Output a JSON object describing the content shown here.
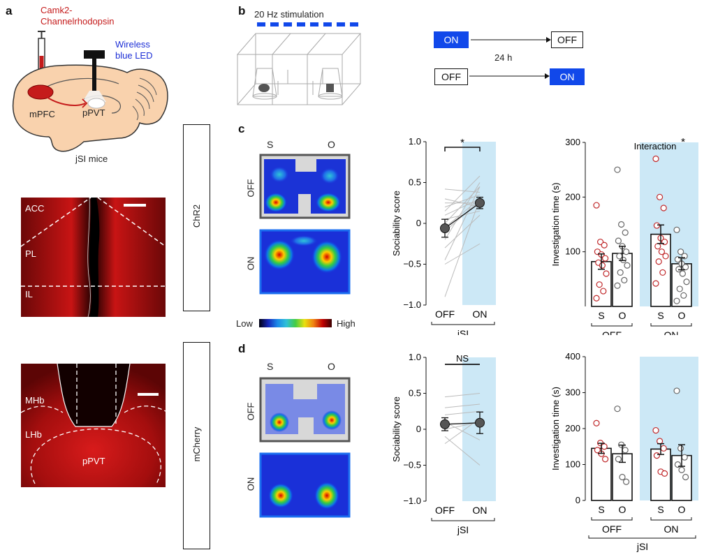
{
  "panels": {
    "a": "a",
    "b": "b",
    "c": "c",
    "d": "d"
  },
  "panel_a": {
    "virus_line1": "Camk2-",
    "virus_line2": "Channelrhodopsin",
    "led_line1": "Wireless",
    "led_line2": "blue LED",
    "region_mpfc": "mPFC",
    "region_ppvt": "pPVT",
    "mice": "jSI mice",
    "micro1_labels": [
      "ACC",
      "PL",
      "IL"
    ],
    "micro2_labels": [
      "MHb",
      "LHb",
      "pPVT"
    ]
  },
  "panel_b": {
    "stim_label": "20 Hz stimulation",
    "seq1": {
      "from": "ON",
      "to": "OFF"
    },
    "seq2": {
      "from": "OFF",
      "to": "ON"
    },
    "interval": "24 h"
  },
  "groups": {
    "chr2": "ChR2",
    "mcherry": "mCherry"
  },
  "heatmap": {
    "col_s": "S",
    "col_o": "O",
    "row_off": "OFF",
    "row_on": "ON",
    "scale_low": "Low",
    "scale_high": "High"
  },
  "chart_data": [
    {
      "id": "c-sociability",
      "type": "scatter",
      "ylabel": "Sociability score",
      "categories": [
        "OFF",
        "ON"
      ],
      "group_label": "jSI",
      "ylim": [
        -1.0,
        1.0
      ],
      "yticks": [
        "1.0",
        "0.5",
        "0",
        "−0.5",
        "−1.0"
      ],
      "means": [
        -0.06,
        0.25
      ],
      "sem": [
        0.11,
        0.07
      ],
      "significance": "*",
      "individual_pairs": [
        [
          -0.45,
          0.45
        ],
        [
          0.42,
          0.38
        ],
        [
          0.2,
          0.35
        ],
        [
          0.1,
          0.3
        ],
        [
          0.0,
          0.45
        ],
        [
          -0.1,
          0.28
        ],
        [
          0.3,
          0.2
        ],
        [
          0.05,
          0.15
        ],
        [
          -0.2,
          0.5
        ],
        [
          -0.3,
          0.1
        ],
        [
          -0.5,
          -0.25
        ],
        [
          -0.9,
          0.3
        ],
        [
          0.15,
          0.58
        ],
        [
          -0.05,
          0.3
        ],
        [
          0.25,
          0.25
        ]
      ]
    },
    {
      "id": "c-investigation",
      "type": "bar",
      "ylabel": "Investigation time (s)",
      "categories": [
        "S",
        "O",
        "S",
        "O"
      ],
      "groups": [
        "OFF",
        "ON"
      ],
      "group_label": "jSI",
      "ylim": [
        0,
        300
      ],
      "yticks": [
        "300",
        "200",
        "100"
      ],
      "values": [
        82,
        97,
        132,
        78
      ],
      "sem": [
        14,
        13,
        17,
        11
      ],
      "annotation": "Interaction",
      "significance": "*",
      "points": [
        [
          185,
          118,
          112,
          100,
          95,
          88,
          80,
          75,
          60,
          40,
          28,
          15
        ],
        [
          250,
          150,
          135,
          120,
          110,
          100,
          92,
          85,
          75,
          62,
          48,
          38
        ],
        [
          270,
          200,
          180,
          148,
          125,
          118,
          110,
          100,
          92,
          82,
          62,
          42
        ],
        [
          140,
          100,
          92,
          86,
          78,
          72,
          68,
          60,
          45,
          32,
          20,
          10
        ]
      ]
    },
    {
      "id": "d-sociability",
      "type": "scatter",
      "ylabel": "Sociability score",
      "categories": [
        "OFF",
        "ON"
      ],
      "group_label": "jSI",
      "ylim": [
        -1.0,
        1.0
      ],
      "yticks": [
        "1.0",
        "0.5",
        "0",
        "−0.5",
        "−1.0"
      ],
      "means": [
        0.07,
        0.09
      ],
      "sem": [
        0.09,
        0.15
      ],
      "significance": "NS",
      "individual_pairs": [
        [
          0.45,
          0.5
        ],
        [
          0.3,
          0.35
        ],
        [
          0.2,
          0.25
        ],
        [
          0.1,
          -0.15
        ],
        [
          0.0,
          0.1
        ],
        [
          -0.1,
          -0.5
        ],
        [
          -0.2,
          0.15
        ]
      ]
    },
    {
      "id": "d-investigation",
      "type": "bar",
      "ylabel": "Investigation time (s)",
      "categories": [
        "S",
        "O",
        "S",
        "O"
      ],
      "groups": [
        "OFF",
        "ON"
      ],
      "group_label": "jSI",
      "ylim": [
        0,
        400
      ],
      "yticks": [
        "400",
        "300",
        "200",
        "100",
        "0"
      ],
      "values": [
        145,
        130,
        143,
        125
      ],
      "sem": [
        14,
        24,
        15,
        30
      ],
      "points": [
        [
          215,
          160,
          150,
          140,
          130,
          115
        ],
        [
          255,
          155,
          140,
          115,
          65,
          52
        ],
        [
          195,
          165,
          145,
          125,
          80,
          75
        ],
        [
          305,
          145,
          120,
          100,
          85,
          65
        ]
      ]
    }
  ]
}
